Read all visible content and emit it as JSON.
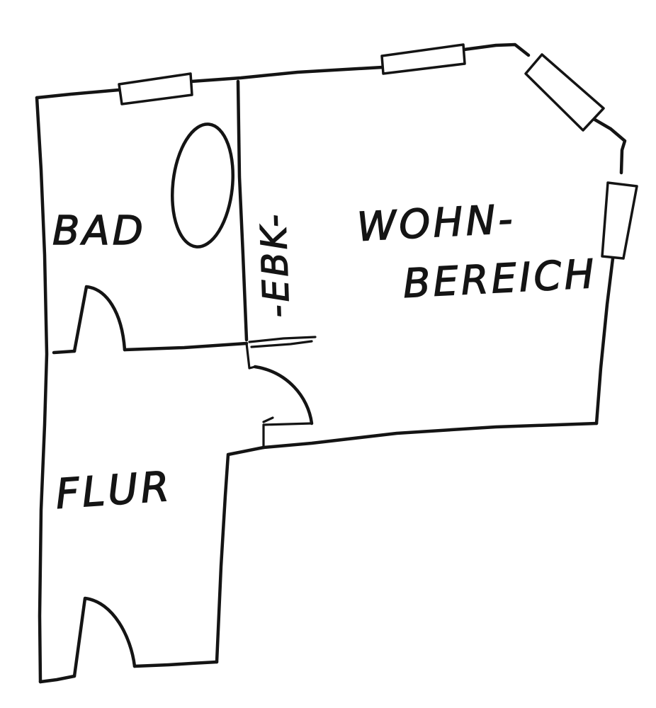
{
  "rooms": {
    "bath": "BAD",
    "kitchen": "-EBK-",
    "living_line1": "WOHN-",
    "living_line2": "BEREICH",
    "hall": "FLUR"
  },
  "colors": {
    "ink": "#141414",
    "paper": "#ffffff"
  }
}
